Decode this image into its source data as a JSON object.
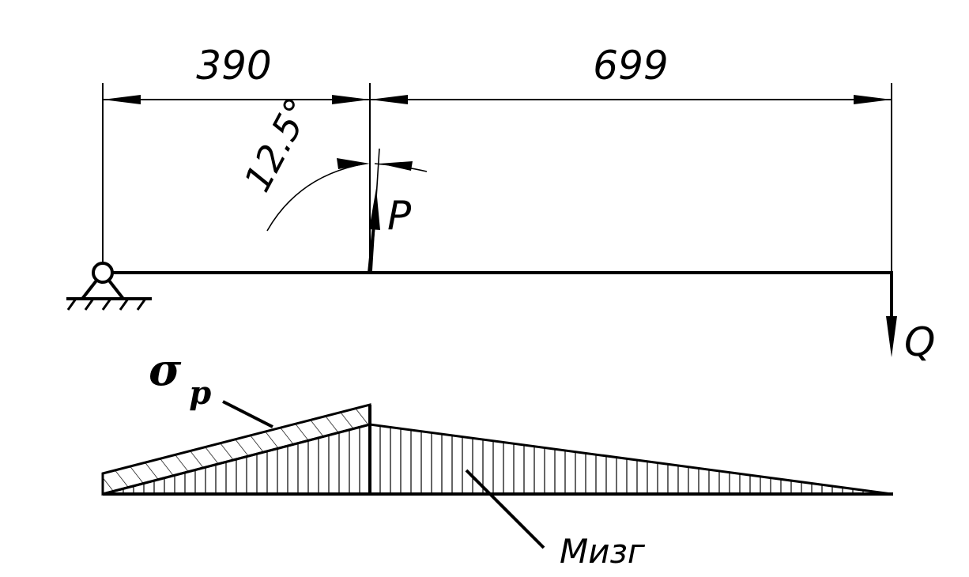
{
  "dimensions": {
    "left_span": "390",
    "right_span": "699"
  },
  "angle_label": "12.5°",
  "forces": {
    "p_label": "P",
    "q_label": "Q"
  },
  "diagram_labels": {
    "sigma_symbol": "σ",
    "sigma_subscript": "p",
    "moment_label": "Mизг"
  },
  "colors": {
    "ink": "#000000",
    "paper": "#ffffff"
  }
}
